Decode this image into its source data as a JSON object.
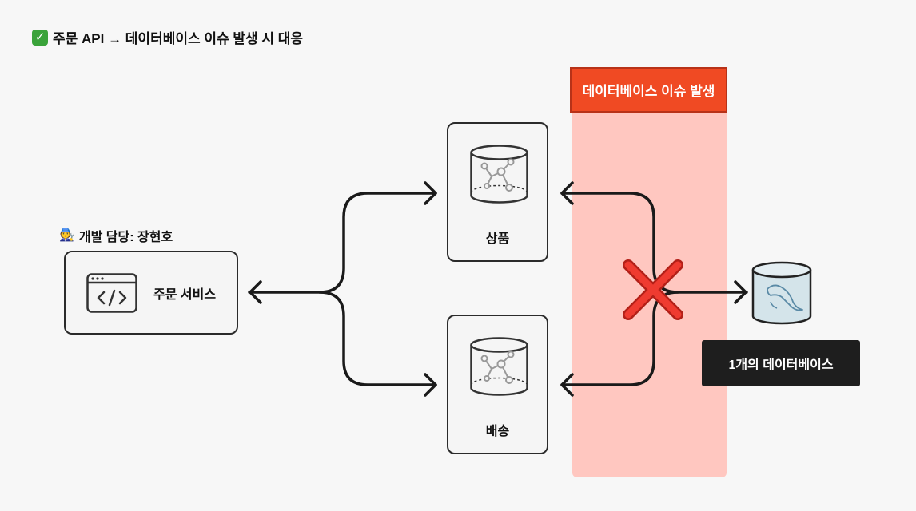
{
  "title": {
    "icon": "check-mark-icon",
    "text": "주문 API → 데이터베이스 이슈 발생 시 대응"
  },
  "owner": {
    "icon": "developer-emoji-icon",
    "text": "개발 담당: 장현호"
  },
  "service": {
    "icon": "code-window-icon",
    "label": "주문 서비스"
  },
  "databases": [
    {
      "label": "상품",
      "icon": "graph-database-icon"
    },
    {
      "label": "배송",
      "icon": "graph-database-icon"
    }
  ],
  "issue": {
    "badge": "데이터베이스 이슈 발생",
    "icon": "red-cross-icon"
  },
  "shared_db": {
    "icon": "mysql-database-icon",
    "label": "1개의 데이터베이스"
  },
  "colors": {
    "issue_band": "#ffc7c0",
    "issue_badge": "#f04a23",
    "cross": "#e8342a",
    "check": "#3aa33a",
    "dark_badge": "#1e1e1e"
  }
}
